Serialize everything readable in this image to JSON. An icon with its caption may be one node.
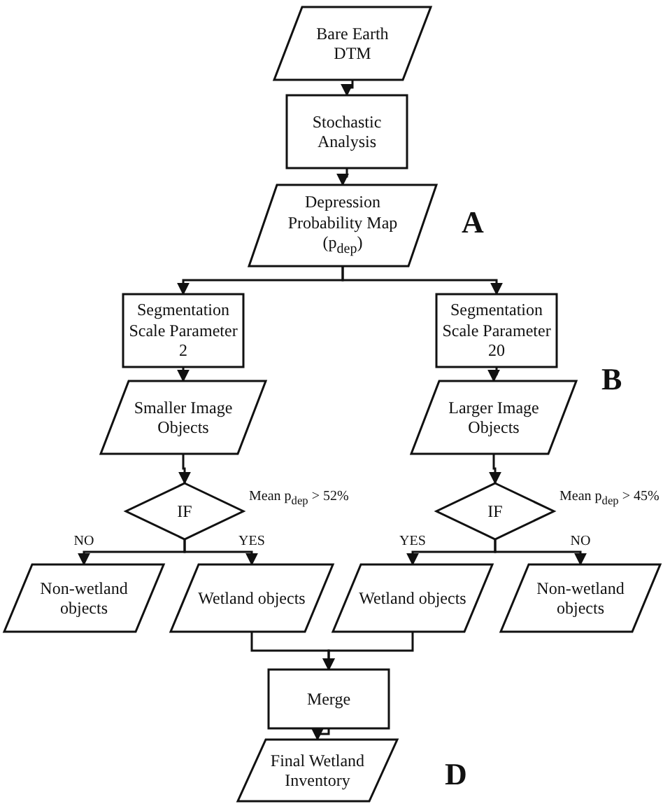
{
  "diagram": {
    "nodes": [
      {
        "text": [
          "Bare Earth DTM"
        ]
      },
      {
        "text": [
          "Stochastic Analysis"
        ]
      },
      {
        "text": [
          "Depression Probability Map (p$_{dep}$)"
        ]
      },
      {
        "text": [
          "Segmentation Scale Parameter 2"
        ]
      },
      {
        "text": [
          "Segmentation Scale Parameter 20"
        ]
      },
      {
        "text": [
          "Smaller Image Objects"
        ]
      },
      {
        "text": [
          "Larger Image Objects"
        ]
      },
      {
        "text": [
          "IF"
        ],
        "beside": [
          "Mean p$_{dep}$ > 52%"
        ]
      },
      {
        "text": [
          "IF"
        ],
        "beside": [
          "Mean p$_{dep}$ > 45%"
        ]
      },
      {
        "text": [
          "Non-wetland objects"
        ]
      },
      {
        "text": [
          "Wetland objects"
        ]
      },
      {
        "text": [
          "Wetland objects"
        ]
      },
      {
        "text": [
          "Non-wetland objects"
        ]
      },
      {
        "text": [
          "Merge"
        ]
      },
      {
        "text": [
          "Final Wetland Inventory"
        ]
      }
    ],
    "edges": [
      {
        "from": 0,
        "to": 1,
        "arrow": "to"
      },
      {
        "from": 1,
        "to": 2,
        "arrow": "to"
      },
      {
        "from": 2,
        "to": 3,
        "arrow": "to"
      },
      {
        "from": 2,
        "to": 4,
        "arrow": "to"
      },
      {
        "from": 3,
        "to": 5,
        "arrow": "to"
      },
      {
        "from": 4,
        "to": 6,
        "arrow": "to"
      },
      {
        "from": 5,
        "to": 7,
        "arrow": "to"
      },
      {
        "from": 6,
        "to": 8,
        "arrow": "to"
      },
      {
        "from": 7,
        "to": 9,
        "arrow": "to",
        "label": "NO"
      },
      {
        "from": 7,
        "to": 10,
        "arrow": "to",
        "label": "YES"
      },
      {
        "from": 8,
        "to": 11,
        "arrow": "to",
        "label": "YES"
      },
      {
        "from": 8,
        "to": 12,
        "arrow": "to",
        "label": "NO"
      },
      {
        "from": 10,
        "to": 13,
        "arrow": "to"
      },
      {
        "from": 11,
        "to": 13,
        "arrow": "to"
      },
      {
        "from": 13,
        "to": 14,
        "arrow": "to"
      }
    ],
    "labels": [
      "A",
      "B",
      "D"
    ]
  }
}
